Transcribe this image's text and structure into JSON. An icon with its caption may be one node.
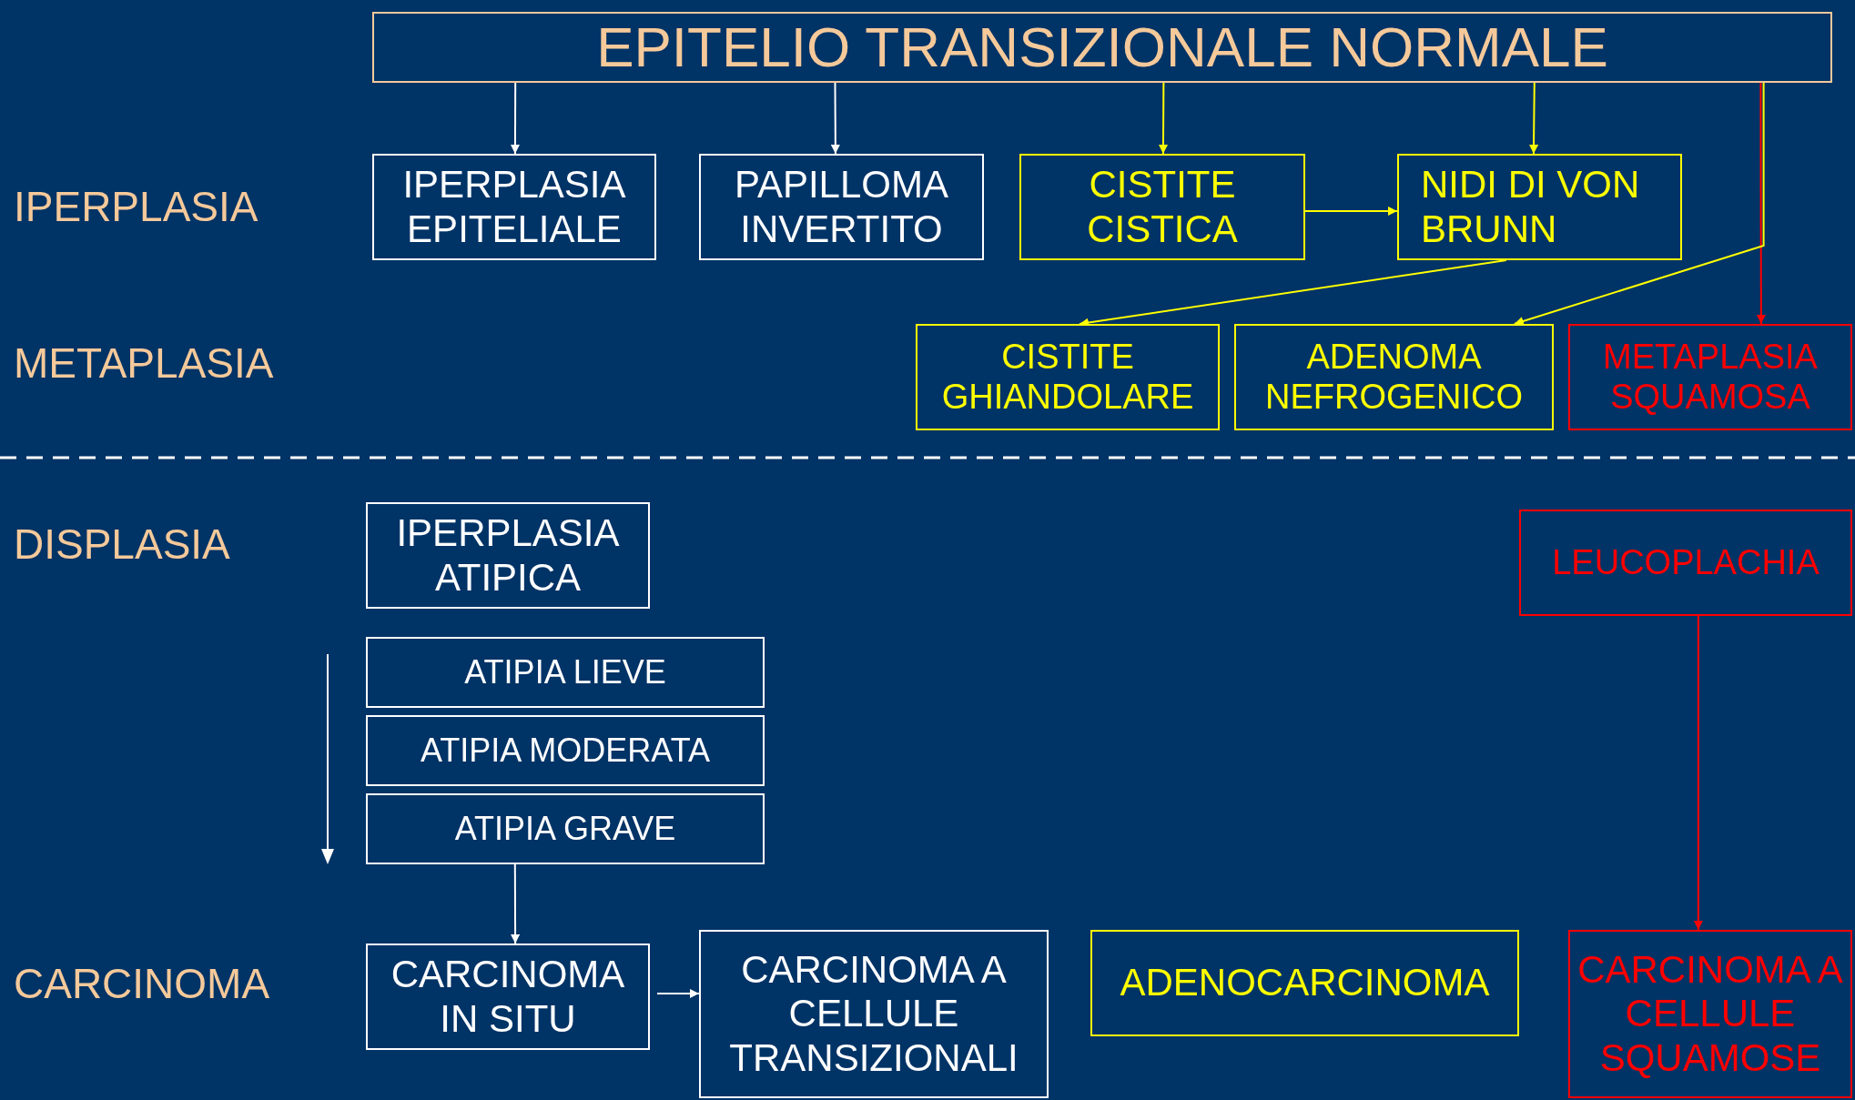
{
  "diagram": {
    "nodes": [
      {
        "text": [
          "EPITELIO TRANSIZIONALE NORMALE"
        ]
      },
      {
        "text": [
          "IPERPLASIA EPITELIALE"
        ]
      },
      {
        "text": [
          "PAPILLOMA INVERTITO"
        ]
      },
      {
        "text": [
          "CISTITE CISTICA"
        ]
      },
      {
        "text": [
          "NIDI DI VON BRUNN"
        ]
      },
      {
        "text": [
          "CISTITE GHIANDOLARE"
        ]
      },
      {
        "text": [
          "ADENOMA NEFROGENICO"
        ]
      },
      {
        "text": [
          "METAPLASIA SQUAMOSA"
        ]
      },
      {
        "text": [
          "IPERPLASIA ATIPICA"
        ]
      },
      {
        "text": [
          "LEUCOPLACHIA"
        ]
      },
      {
        "text": [
          "ATIPIA LIEVE"
        ]
      },
      {
        "text": [
          "ATIPIA MODERATA"
        ]
      },
      {
        "text": [
          "ATIPIA GRAVE"
        ]
      },
      {
        "text": [
          "CARCINOMA IN SITU"
        ]
      },
      {
        "text": [
          "CARCINOMA A CELLULE TRANSIZIONALI"
        ]
      },
      {
        "text": [
          "ADENOCARCINOMA"
        ]
      },
      {
        "text": [
          "CARCINOMA A CELLULE SQUAMOSE"
        ]
      }
    ],
    "edges": [
      {
        "from": 0,
        "to": 1,
        "arrow": "to",
        "color": "#ffffff"
      },
      {
        "from": 0,
        "to": 2,
        "arrow": "to",
        "color": "#ffffff"
      },
      {
        "from": 0,
        "to": 3,
        "arrow": "to",
        "color": "#ffff00"
      },
      {
        "from": 0,
        "to": 4,
        "arrow": "to",
        "color": "#ffff00"
      },
      {
        "from": 0,
        "to": 7,
        "arrow": "to",
        "color": "#ff0000"
      },
      {
        "from": 3,
        "to": 4,
        "arrow": "to",
        "color": "#ffff00"
      },
      {
        "from": 4,
        "to": 5,
        "arrow": "to",
        "color": "#ffff00"
      },
      {
        "from": 0,
        "to": 6,
        "arrow": "to",
        "color": "#ffff00"
      },
      {
        "from": 12,
        "to": 13,
        "arrow": "to",
        "color": "#ffffff"
      },
      {
        "from": 13,
        "to": 14,
        "arrow": "to",
        "color": "#ffffff"
      },
      {
        "from": 9,
        "to": 16,
        "arrow": "to",
        "color": "#ff0000"
      }
    ],
    "labels": [
      "IPERPLASIA",
      "METAPLASIA",
      "DISPLASIA",
      "CARCINOMA"
    ]
  }
}
